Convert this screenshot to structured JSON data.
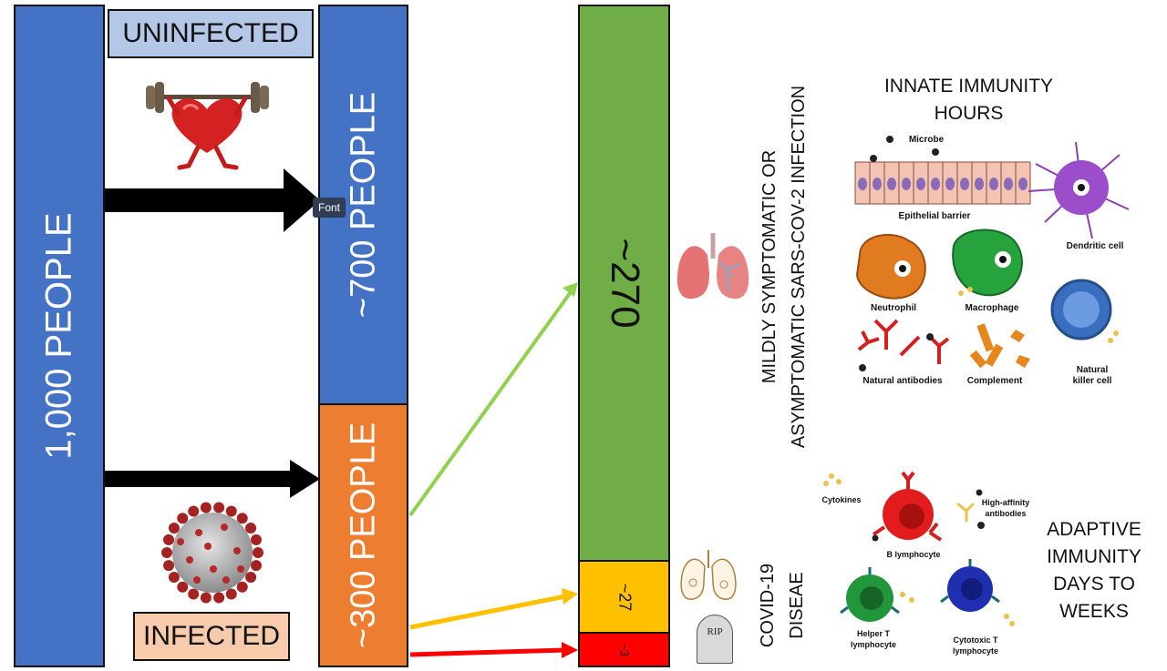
{
  "left_bar": {
    "label": "1,000 PEOPLE",
    "color": "#4472c4"
  },
  "uninfected": {
    "label": "UNINFECTED",
    "fill": "#b4c7e7"
  },
  "infected": {
    "label": "INFECTED",
    "fill": "#f8cbad"
  },
  "bar_700": {
    "label": "~700 PEOPLE",
    "color": "#4472c4"
  },
  "bar_300": {
    "label": "~300 PEOPLE",
    "color": "#ed7d31"
  },
  "bar_270": {
    "label": "~270",
    "color": "#70ad47"
  },
  "bar_27": {
    "label": "~27",
    "color": "#ffc000"
  },
  "bar_3": {
    "label": "~3",
    "color": "#ff0000"
  },
  "tooltip": {
    "label": "Font"
  },
  "mild_label": {
    "line1": "MILDLY SYMPTOMATIC  OR",
    "line2": "ASYMPTOMATIC SARS-COV-2 INFECTION"
  },
  "covid_label": {
    "line1": "COVID-19",
    "line2": "DISEAE"
  },
  "innate": {
    "line1": "INNATE IMMUNITY",
    "line2": "HOURS",
    "cells": {
      "microbe": "Microbe",
      "epithelial": "Epithelial barrier",
      "dendritic": "Dendritic cell",
      "neutrophil": "Neutrophil",
      "macrophage": "Macrophage",
      "antibodies": "Natural  antibodies",
      "complement": "Complement",
      "nk_line1": "Natural",
      "nk_line2": "killer cell"
    }
  },
  "adaptive": {
    "line1": "ADAPTIVE",
    "line2": "IMMUNITY",
    "line3": "DAYS TO",
    "line4": "WEEKS",
    "cells": {
      "cytokines": "Cytokines",
      "b_cell": "B lymphocyte",
      "hiab_line1": "High-affinity",
      "hiab_line2": "antibodies",
      "helper_line1": "Helper T",
      "helper_line2": "lymphocyte",
      "cytotoxic_line1": "Cytotoxic T",
      "cytotoxic_line2": "lymphocyte"
    }
  },
  "tombstone": {
    "label": "RIP"
  },
  "arrow_colors": {
    "black": "#000000",
    "green": "#92d050",
    "yellow": "#ffc000",
    "red": "#ff0000"
  }
}
